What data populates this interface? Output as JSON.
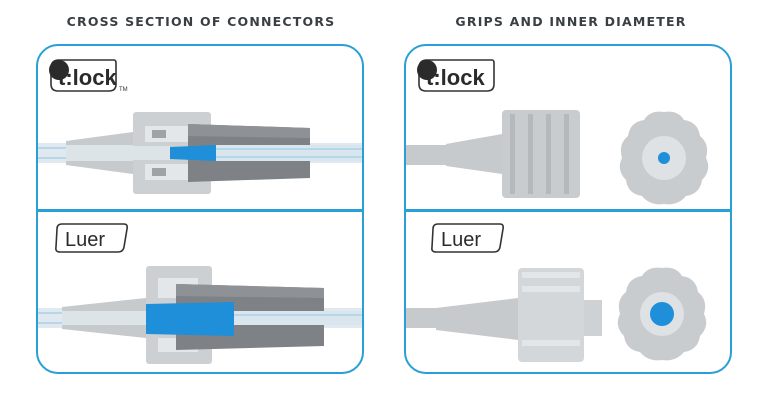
{
  "headings": {
    "left": "CROSS SECTION OF CONNECTORS",
    "right": "GRIPS AND INNER DIAMETER"
  },
  "brands": {
    "tlock": "t:lock",
    "tm": "TM",
    "luer": "Luer"
  },
  "colors": {
    "accent": "#2a9fd6",
    "fluid": "#1e8fd8",
    "heading": "#3a3f44"
  },
  "icons": [
    "tlock-logo-icon",
    "luer-logo-icon"
  ]
}
